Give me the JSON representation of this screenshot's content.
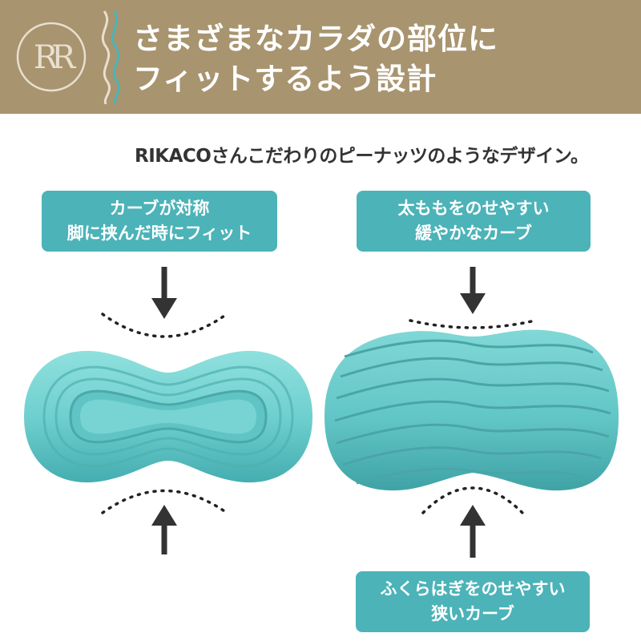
{
  "header": {
    "logo_text": "RR",
    "title_line1": "さまざまなカラダの部位に",
    "title_line2": "フィットするよう設計",
    "colors": {
      "background": "#a8946f",
      "text": "#ffffff",
      "wave_accent": "#4cb3b8"
    }
  },
  "subtitle": "RIKACOさんこだわりのピーナッツのようなデザイン。",
  "callouts": {
    "left_top": {
      "line1": "カーブが対称",
      "line2": "脚に挟んだ時にフィット"
    },
    "right_top": {
      "line1": "太ももをのせやすい",
      "line2": "緩やかなカーブ"
    },
    "right_bottom": {
      "line1": "ふくらはぎをのせやすい",
      "line2": "狭いカーブ"
    }
  },
  "icons": {
    "arrow_down": "arrow-down-icon",
    "arrow_up": "arrow-up-icon"
  },
  "colors": {
    "callout_bg": "#4cb3b8",
    "roller": "#6fd0cf",
    "roller_shade": "#4fb7b6",
    "arrow": "#333333"
  }
}
